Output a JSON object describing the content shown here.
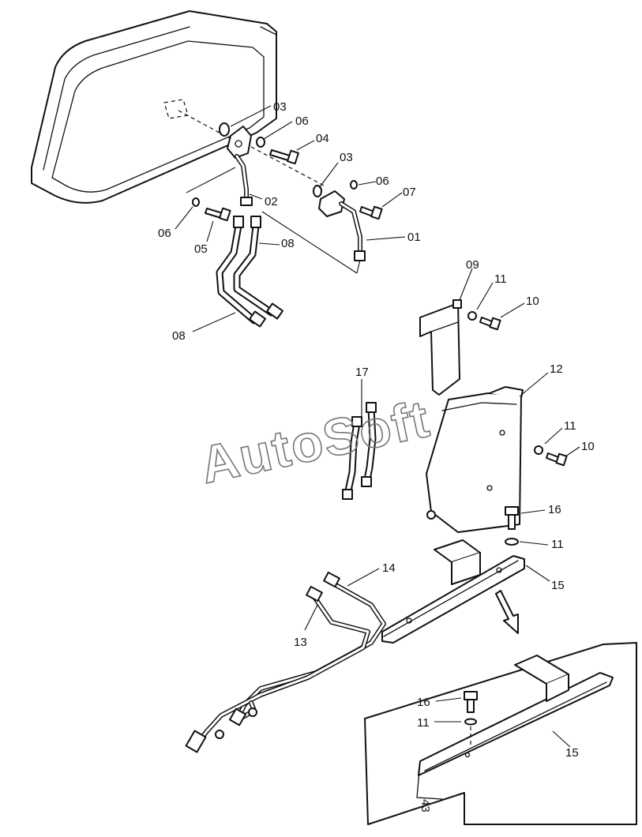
{
  "watermark": "AutoSoft",
  "callouts": [
    {
      "id": "c03a",
      "text": "03"
    },
    {
      "id": "c06a",
      "text": "06"
    },
    {
      "id": "c04",
      "text": "04"
    },
    {
      "id": "c03b",
      "text": "03"
    },
    {
      "id": "c06b",
      "text": "06"
    },
    {
      "id": "c07",
      "text": "07"
    },
    {
      "id": "c02",
      "text": "02"
    },
    {
      "id": "c01",
      "text": "01"
    },
    {
      "id": "c06c",
      "text": "06"
    },
    {
      "id": "c05",
      "text": "05"
    },
    {
      "id": "c08a",
      "text": "08"
    },
    {
      "id": "c08b",
      "text": "08"
    },
    {
      "id": "c09",
      "text": "09"
    },
    {
      "id": "c11a",
      "text": "11"
    },
    {
      "id": "c10a",
      "text": "10"
    },
    {
      "id": "c17",
      "text": "17"
    },
    {
      "id": "c12",
      "text": "12"
    },
    {
      "id": "c11b",
      "text": "11"
    },
    {
      "id": "c10b",
      "text": "10"
    },
    {
      "id": "c16a",
      "text": "16"
    },
    {
      "id": "c11c",
      "text": "11"
    },
    {
      "id": "c14",
      "text": "14"
    },
    {
      "id": "c15a",
      "text": "15"
    },
    {
      "id": "c13",
      "text": "13"
    },
    {
      "id": "c16b",
      "text": "16"
    },
    {
      "id": "c11d",
      "text": "11"
    },
    {
      "id": "c15b",
      "text": "15"
    }
  ],
  "detail_view_mark": "43"
}
